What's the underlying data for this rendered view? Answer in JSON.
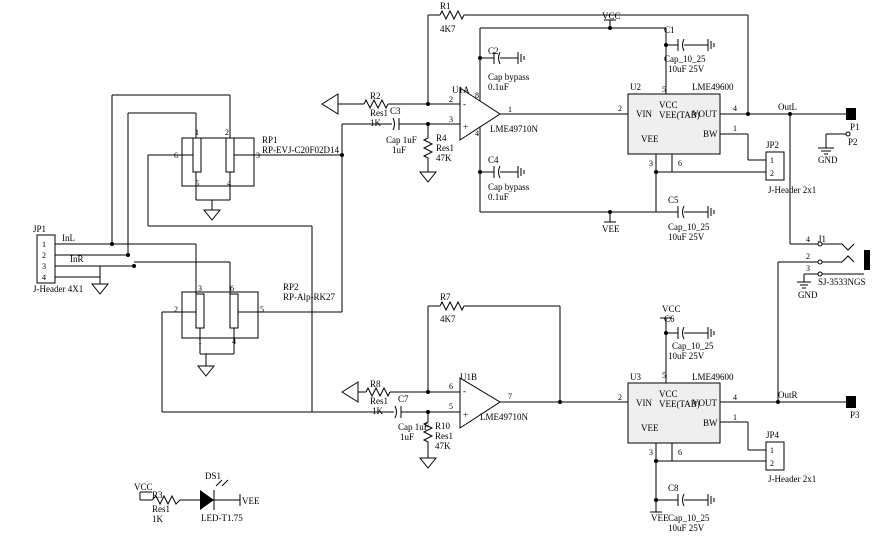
{
  "labels": {
    "R1": "R1",
    "R1_val": "4K7",
    "R2": "R2",
    "R2_type": "Res1",
    "R2_val": "1K",
    "R3": "R3",
    "R3_type": "Res1",
    "R3_val": "1K",
    "R4": "R4",
    "R4_type": "Res1",
    "R4_val": "47K",
    "R7": "R7",
    "R7_val": "4K7",
    "R8": "R8",
    "R8_type": "Res1",
    "R8_val": "1K",
    "R10": "R10",
    "R10_type": "Res1",
    "R10_val": "47K",
    "C1": "C1",
    "C1_type": "Cap_10_25",
    "C1_val": "10uF 25V",
    "C2": "C2",
    "C2_type": "Cap bypass",
    "C2_val": "0.1uF",
    "C3": "C3",
    "C3_type": "Cap 1uF",
    "C3_val": "1uF",
    "C4": "C4",
    "C4_type": "Cap bypass",
    "C4_val": "0.1uF",
    "C5": "C5",
    "C5_type": "Cap_10_25",
    "C5_val": "10uF 25V",
    "C6": "C6",
    "C6_type": "Cap_10_25",
    "C6_val": "10uF 25V",
    "C7": "C7",
    "C7_type": "Cap 1uF",
    "C7_val": "1uF",
    "C8": "C8",
    "C8_type": "Cap_10_25",
    "C8_val": "10uF 25V",
    "U1A": "U1A",
    "U1B": "U1B",
    "opamp": "LME49710N",
    "U2": "U2",
    "U3": "U3",
    "buffer": "LME49600",
    "VIN": "VIN",
    "VCC": "VCC",
    "VOUT": "VOUT",
    "VEE": "VEE",
    "VEE_TAB": "VEE(TAB)",
    "BW": "BW",
    "RP1": "RP1",
    "RP1_type": "RP-EVJ-C20F02D14",
    "RP2": "RP2",
    "RP2_type": "RP-Alp-RK27",
    "JP1": "JP1",
    "JP1_type": "J-Header 4X1",
    "JP2": "JP2",
    "JP2_type": "J-Header 2x1",
    "JP4": "JP4",
    "JP4_type": "J-Header 2x1",
    "J1": "J1",
    "J1_type": "SJ-3533NGS",
    "P1": "P1",
    "P2": "P2",
    "P3": "P3",
    "DS1": "DS1",
    "DS1_type": "LED-T1.75",
    "GND": "GND",
    "InL": "InL",
    "InR": "InR",
    "OutL": "OutL",
    "OutR": "OutR",
    "p1": "1",
    "p2": "2",
    "p3": "3",
    "p4": "4",
    "p5": "5",
    "p6": "6",
    "p7": "7",
    "p8": "8",
    "plus": "+",
    "minus": "-"
  }
}
